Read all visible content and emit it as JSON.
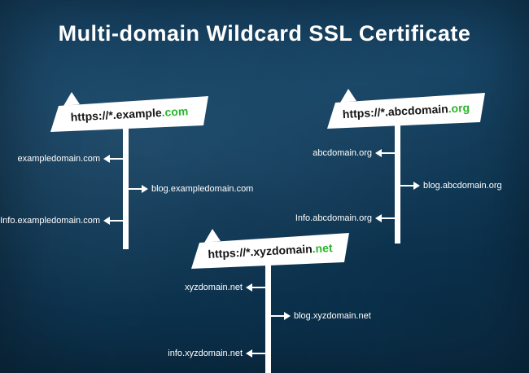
{
  "title": "Multi-domain Wildcard SSL Certificate",
  "colors": {
    "background": "#0e3d5f",
    "banner": "#ffffff",
    "banner_text": "#151515",
    "tld_accent": "#28b62c",
    "label_text": "#ffffff"
  },
  "signposts": [
    {
      "name": "example-com",
      "domain": "https://*.example",
      "tld": ".com",
      "items": [
        {
          "label": "exampledomain.com",
          "side": "left"
        },
        {
          "label": "blog.exampledomain.com",
          "side": "right"
        },
        {
          "label": "Info.exampledomain.com",
          "side": "left"
        }
      ]
    },
    {
      "name": "abcdomain-org",
      "domain": "https://*.abcdomain",
      "tld": ".org",
      "items": [
        {
          "label": "abcdomain.org",
          "side": "left"
        },
        {
          "label": "blog.abcdomain.org",
          "side": "right"
        },
        {
          "label": "Info.abcdomain.org",
          "side": "left"
        }
      ]
    },
    {
      "name": "xyzdomain-net",
      "domain": "https://*.xyzdomain",
      "tld": ".net",
      "items": [
        {
          "label": "xyzdomain.net",
          "side": "left"
        },
        {
          "label": "blog.xyzdomain.net",
          "side": "right"
        },
        {
          "label": "info.xyzdomain.net",
          "side": "left"
        }
      ]
    }
  ]
}
